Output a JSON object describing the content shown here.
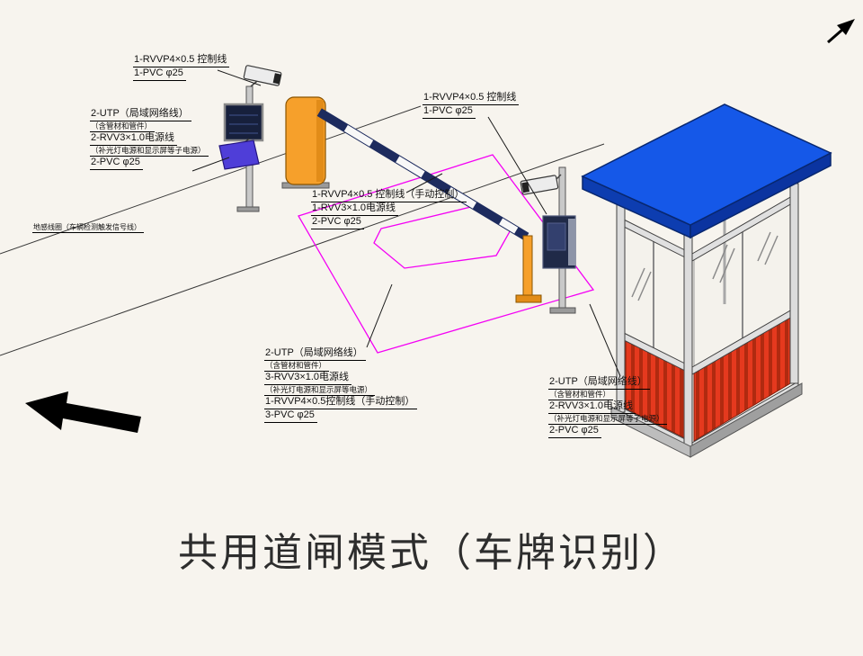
{
  "title": "共用道闸模式（车牌识别）",
  "labels": {
    "camLeft": {
      "l1": "1-RVVP4×0.5 控制线",
      "l2": "1-PVC φ25"
    },
    "poleLeft": {
      "l1": "2-UTP（局域网络线）",
      "l2": "（含管材和管件）",
      "l3": "2-RVV3×1.0电源线",
      "l4": "（补光灯电源和显示屏等子电源）",
      "l5": "2-PVC φ25"
    },
    "groundLoop": {
      "l1": "地感线圈（车辆检测触发信号线）"
    },
    "barrier": {
      "l1": "1-RVVP4×0.5 控制线（手动控制）",
      "l2": "1-RVV3×1.0电源线",
      "l3": "2-PVC φ25"
    },
    "camRight": {
      "l1": "1-RVVP4×0.5 控制线",
      "l2": "1-PVC φ25"
    },
    "island": {
      "l1": "2-UTP（局域网络线）",
      "l2": "（含管材和管件）",
      "l3": "3-RVV3×1.0电源线",
      "l4": "（补光灯电源和显示屏等电源）",
      "l5": "1-RVVP4×0.5控制线（手动控制）",
      "l6": "3-PVC φ25"
    },
    "booth": {
      "l1": "2-UTP（局域网络线）",
      "l2": "（含管材和管件）",
      "l3": "2-RVV3×1.0电源线",
      "l4": "（补光灯电源和显示屏等子电源）",
      "l5": "2-PVC φ25"
    }
  },
  "colors": {
    "detection_zone": "#f400f4",
    "roof_blue": "#1558e8",
    "wall_red": "#e5391e",
    "barrier_orange": "#f6a02b",
    "arm_navy": "#1d2b5e"
  }
}
